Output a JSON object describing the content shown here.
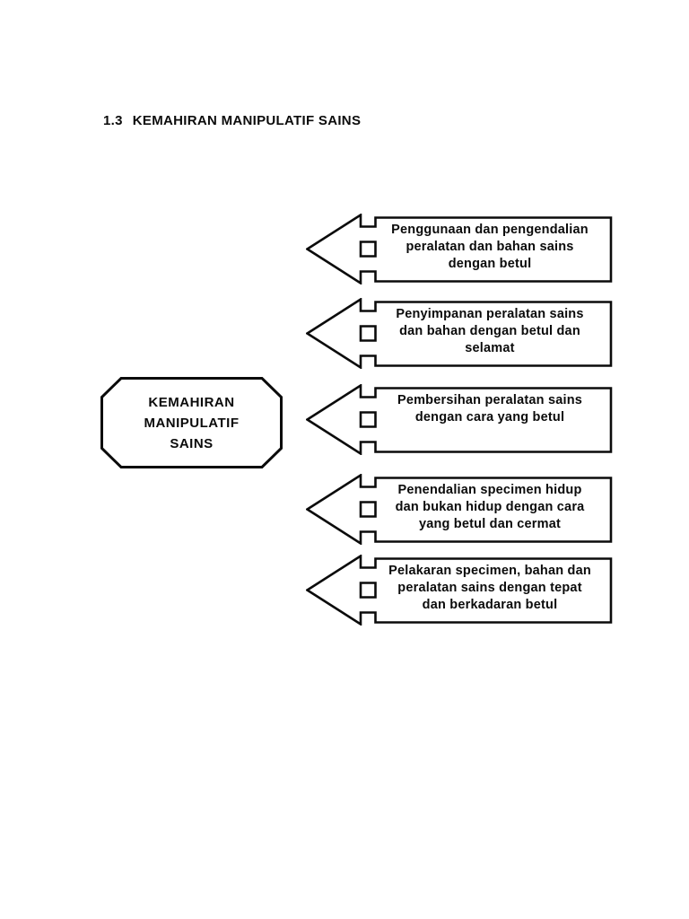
{
  "heading": {
    "number": "1.3",
    "title": "KEMAHIRAN MANIPULATIF SAINS"
  },
  "diagram": {
    "center_node": {
      "label": "KEMAHIRAN\nMANIPULATIF\nSAINS"
    },
    "branches": [
      {
        "label": "Penggunaan dan pengendalian\nperalatan dan bahan sains\ndengan betul"
      },
      {
        "label": "Penyimpanan peralatan sains\ndan bahan dengan betul dan\nselamat"
      },
      {
        "label": "Pembersihan peralatan sains\ndengan cara yang betul"
      },
      {
        "label": "Penendalian specimen hidup\ndan bukan hidup dengan cara\nyang betul dan cermat"
      },
      {
        "label": "Pelakaran specimen, bahan dan\nperalatan sains dengan tepat\ndan berkadaran betul"
      }
    ],
    "colors": {
      "stroke": "#0b0b0b",
      "fill": "#ffffff",
      "page_background": "#ffffff"
    }
  }
}
